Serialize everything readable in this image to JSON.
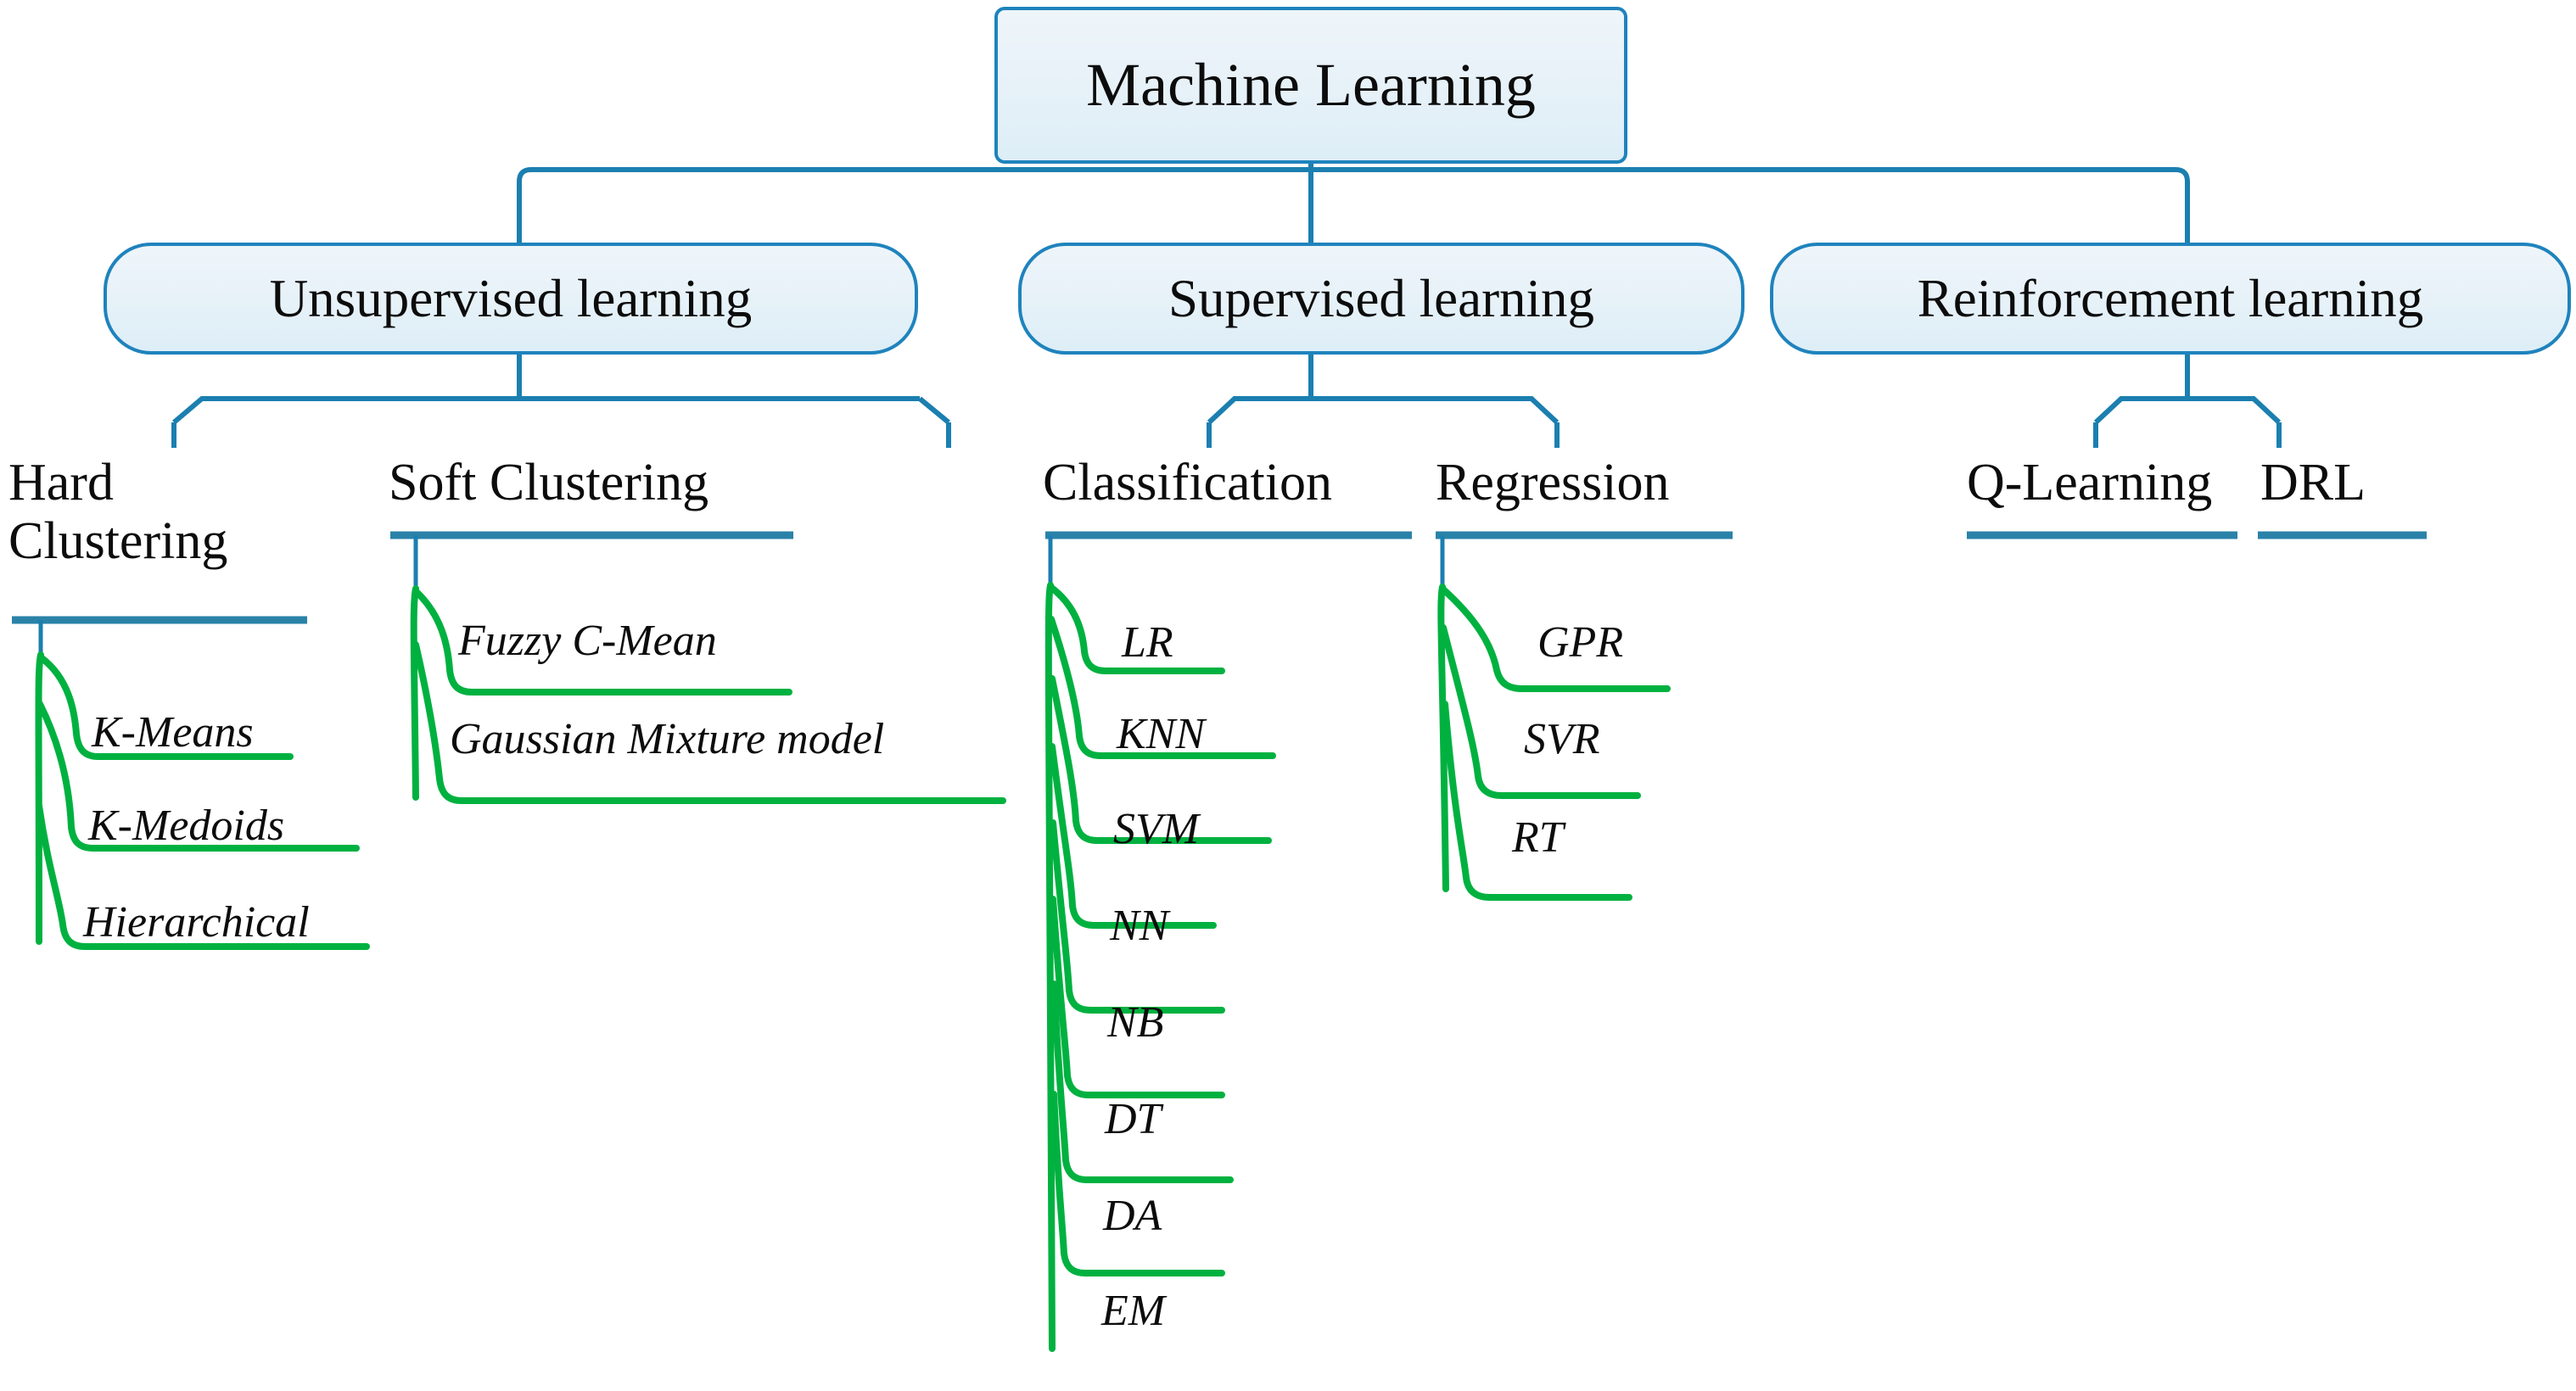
{
  "diagram": {
    "title": "Machine Learning taxonomy tree",
    "colors": {
      "box_border": "#1f83bd",
      "box_fill": "#e8f2f9",
      "connector_blue": "#1b7fb0",
      "underline_blue": "#2a82a8",
      "leaf_green": "#00b140",
      "text": "#0c0c0c"
    },
    "root": {
      "label": "Machine Learning"
    },
    "level2": [
      {
        "label": "Unsupervised learning"
      },
      {
        "label": "Supervised learning"
      },
      {
        "label": "Reinforcement learning"
      }
    ],
    "level3": [
      {
        "label": "Hard\nClustering",
        "parent": "Unsupervised learning"
      },
      {
        "label": "Soft Clustering",
        "parent": "Unsupervised learning"
      },
      {
        "label": "Classification",
        "parent": "Supervised learning"
      },
      {
        "label": "Regression",
        "parent": "Supervised learning"
      },
      {
        "label": "Q-Learning",
        "parent": "Reinforcement learning"
      },
      {
        "label": "DRL",
        "parent": "Reinforcement learning"
      }
    ],
    "leaves": {
      "hard_clustering": [
        "K-Means",
        "K-Medoids",
        "Hierarchical"
      ],
      "soft_clustering": [
        "Fuzzy C-Mean",
        "Gaussian Mixture model"
      ],
      "classification": [
        "LR",
        "KNN",
        "SVM",
        "NN",
        "NB",
        "DT",
        "DA",
        "EM"
      ],
      "regression": [
        "GPR",
        "SVR",
        "RT"
      ],
      "q_learning": [],
      "drl": []
    }
  }
}
